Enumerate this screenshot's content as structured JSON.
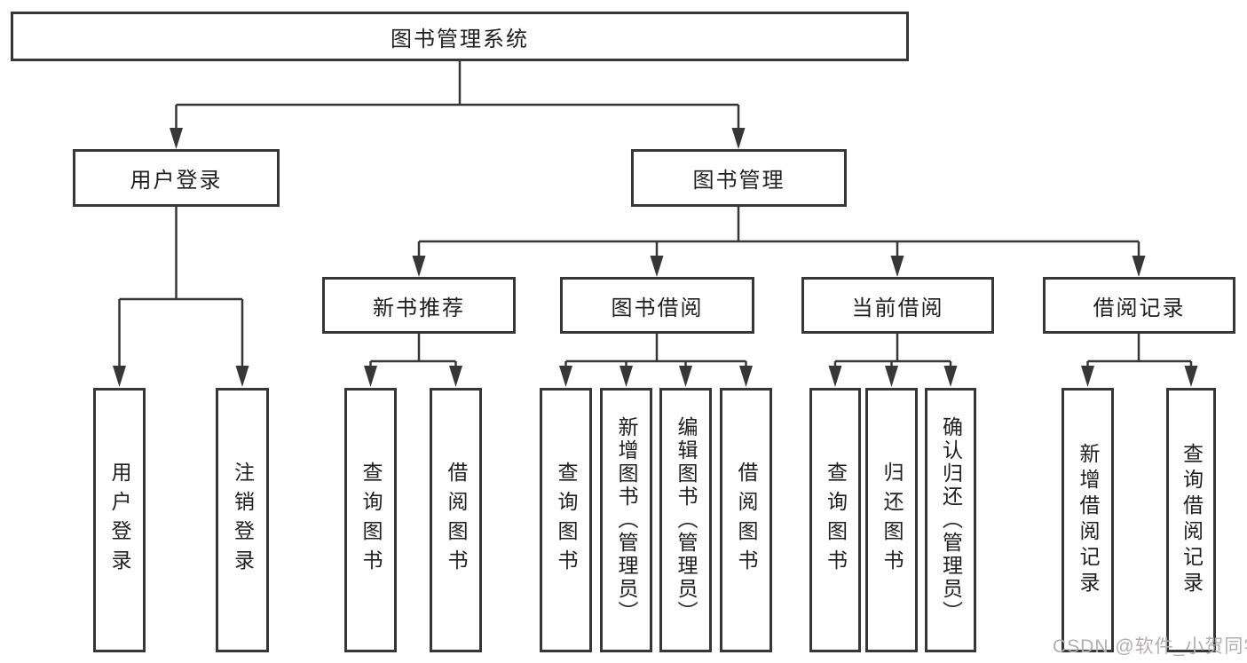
{
  "diagram": {
    "root": {
      "label": "图书管理系统"
    },
    "level2": {
      "user_login": {
        "label": "用户登录"
      },
      "book_management": {
        "label": "图书管理"
      }
    },
    "level3": {
      "new_book_recommend": {
        "label": "新书推荐"
      },
      "book_borrowing": {
        "label": "图书借阅"
      },
      "current_borrowing": {
        "label": "当前借阅"
      },
      "borrowing_records": {
        "label": "借阅记录"
      }
    },
    "leaves": {
      "user_login": {
        "label": "用户登录"
      },
      "logout": {
        "label": "注销登录"
      },
      "query_books_recommend": {
        "label": "查询图书"
      },
      "borrow_books_recommend": {
        "label": "借阅图书"
      },
      "query_books_borrowing": {
        "label": "查询图书"
      },
      "add_books_admin": {
        "label": "新增图书（管理员）"
      },
      "edit_books_admin": {
        "label": "编辑图书（管理员）"
      },
      "borrow_books_borrowing": {
        "label": "借阅图书"
      },
      "query_books_current": {
        "label": "查询图书"
      },
      "return_books": {
        "label": "归还图书"
      },
      "confirm_return_admin": {
        "label": "确认归还（管理员）"
      },
      "add_borrow_record": {
        "label": "新增借阅记录"
      },
      "query_borrow_record": {
        "label": "查询借阅记录"
      }
    }
  },
  "watermark": {
    "text": "CSDN @软件_小贺同学"
  },
  "colors": {
    "line": "#373737",
    "text": "#1f1f1f",
    "watermark": "#b2afaf",
    "background": "#ffffff"
  }
}
